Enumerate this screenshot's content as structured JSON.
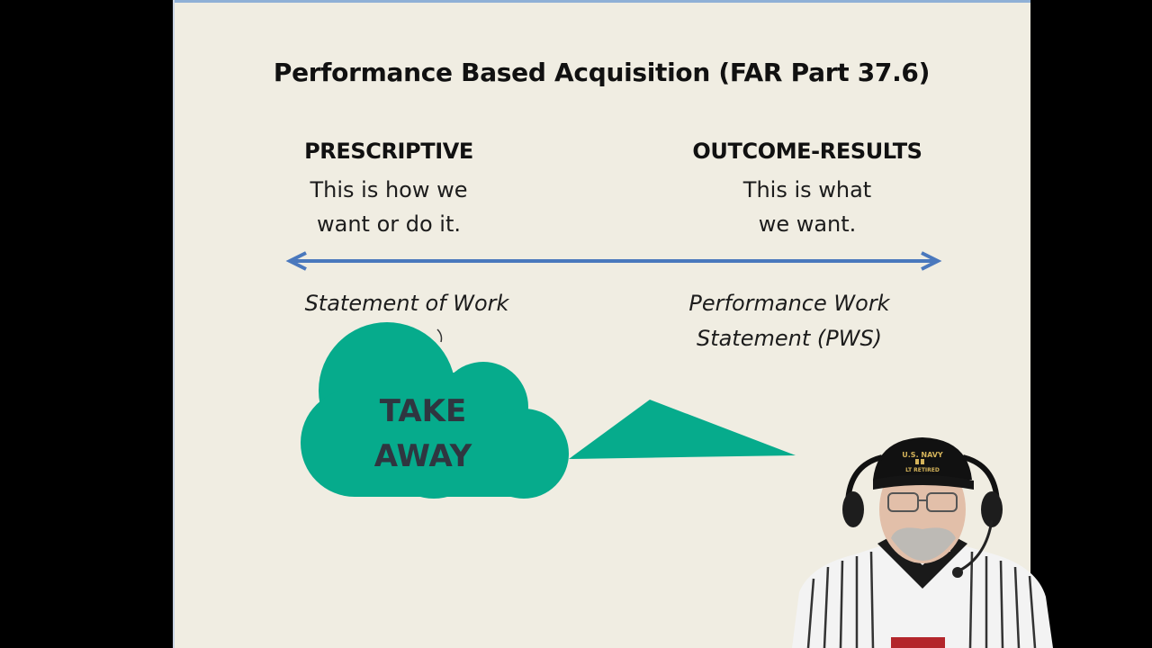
{
  "slide": {
    "title": "Performance Based Acquisition (FAR Part 37.6)",
    "left_column": {
      "heading": "PRESCRIPTIVE",
      "lines": [
        "This is how we",
        "want or do it."
      ]
    },
    "right_column": {
      "heading": "OUTCOME-RESULTS",
      "lines": [
        "This is what",
        "we want."
      ]
    },
    "left_document": {
      "lines": [
        "Statement of Work"
      ]
    },
    "right_document": {
      "lines": [
        "Performance Work",
        "Statement (PWS)"
      ]
    },
    "callout": {
      "lines": [
        "TAKE",
        "AWAY"
      ],
      "fill_color": "#06ab8c"
    },
    "arrow_color": "#4a78bd",
    "background_color": "#f0ede2"
  },
  "presenter": {
    "cap_text": [
      "U.S. NAVY",
      "LT RETIRED"
    ]
  }
}
